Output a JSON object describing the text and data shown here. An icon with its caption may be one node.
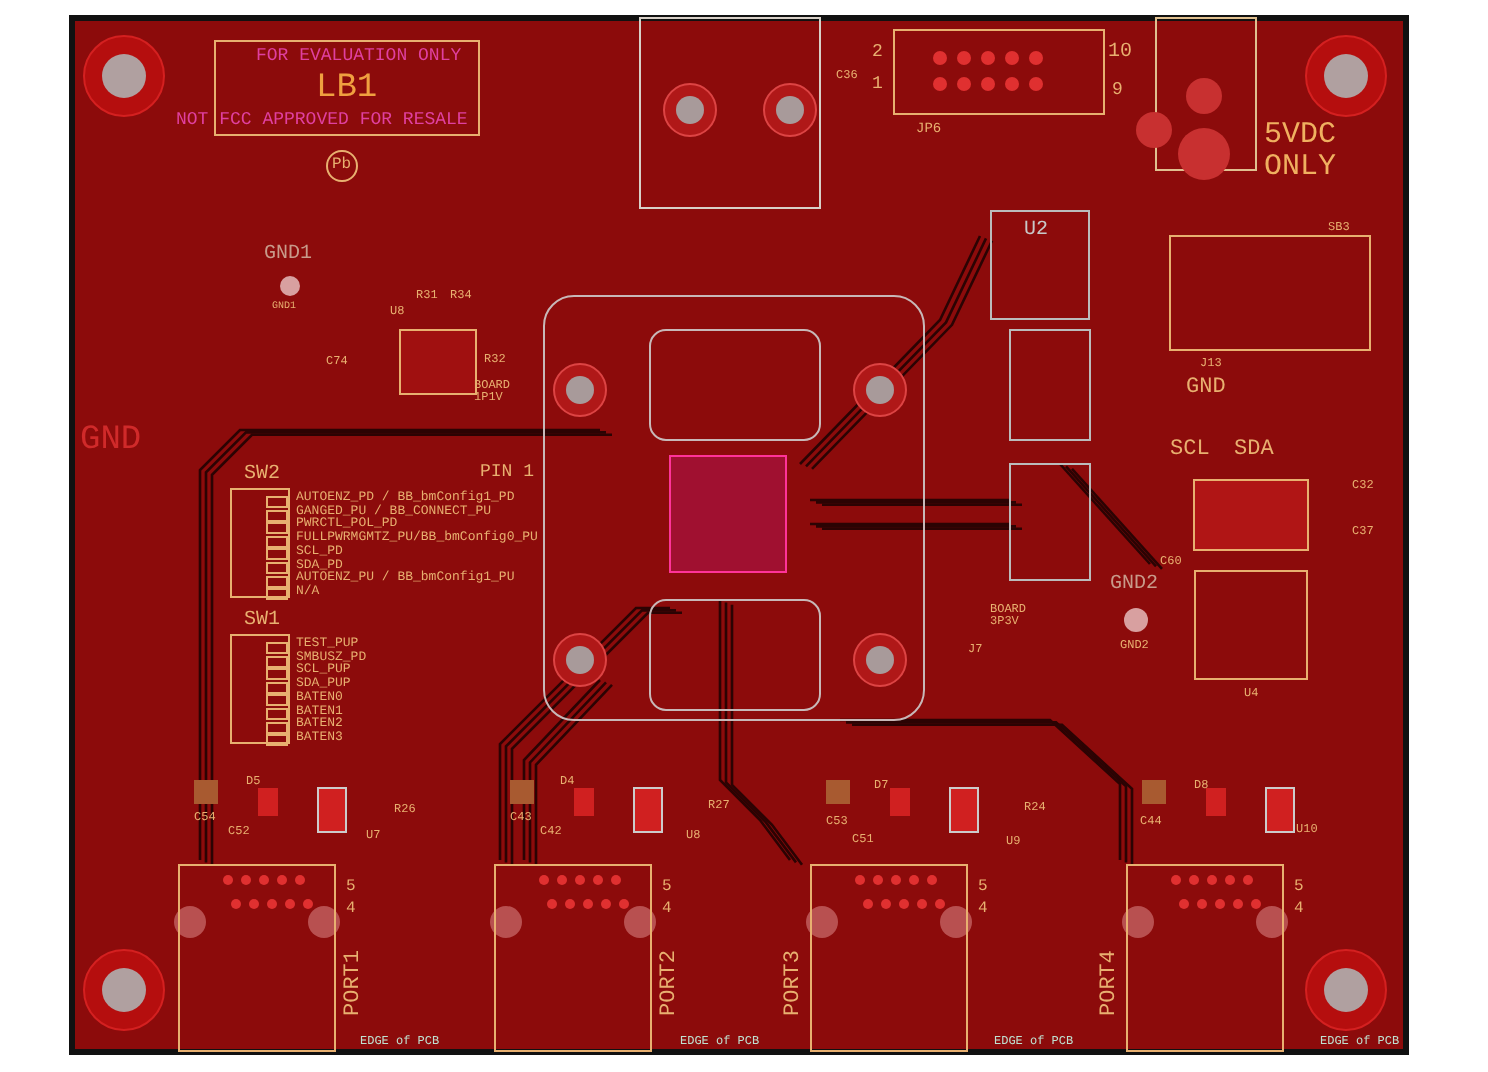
{
  "diagram": {
    "nodes": [
      {
        "text": [
          "LB1"
        ]
      },
      {
        "text": [
          "SW2"
        ],
        "beside": [
          "AUTOENZ_PD / BB_bmConfig1_PD",
          "GANGED_PU / BB_CONNECT_PU",
          "PWRCTL_POL_PD",
          "FULLPWRMGMTZ_PU/BB_bmConfig0_PU",
          "SCL_PD",
          "SDA_PD",
          "AUTOENZ_PU / BB_bmConfig1_PU",
          "N/A"
        ]
      },
      {
        "text": [
          "SW1"
        ],
        "beside": [
          "TEST_PUP",
          "SMBUSZ_PD",
          "SCL_PUP",
          "SDA_PUP",
          "BATEN0",
          "BATEN1",
          "BATEN2",
          "BATEN3"
        ]
      },
      {
        "text": [
          "U2"
        ]
      },
      {
        "text": [
          "U4"
        ]
      },
      {
        "text": [
          "PORT1"
        ],
        "beside": [
          "5",
          "4"
        ]
      },
      {
        "text": [
          "PORT2"
        ],
        "beside": [
          "5",
          "4"
        ]
      },
      {
        "text": [
          "PORT3"
        ],
        "beside": [
          "5",
          "4"
        ]
      },
      {
        "text": [
          "PORT4"
        ],
        "beside": [
          "5",
          "4"
        ]
      }
    ],
    "labels": [
      "FOR EVALUATION ONLY",
      "NOT FCC APPROVED FOR RESALE",
      "Pb",
      "GND1",
      "GND1",
      "U8",
      "R31",
      "R34",
      "C74",
      "R32",
      "BOARD 1P1V",
      "GND",
      "PIN 1",
      "2",
      "1",
      "10",
      "9",
      "JP6",
      "C36",
      "5VDC ONLY",
      "SB3",
      "J13",
      "GND",
      "SCL",
      "SDA",
      "C32",
      "C37",
      "C60",
      "GND2",
      "GND2",
      "BOARD 3P3V",
      "J7",
      "C54",
      "D5",
      "C52",
      "R26",
      "U7",
      "C43",
      "D4",
      "C42",
      "R27",
      "U8",
      "C53",
      "D7",
      "C51",
      "R24",
      "U9",
      "C44",
      "D8",
      "U10",
      "EDGE of PCB",
      "EDGE of PCB",
      "EDGE of PCB",
      "EDGE of PCB"
    ]
  }
}
